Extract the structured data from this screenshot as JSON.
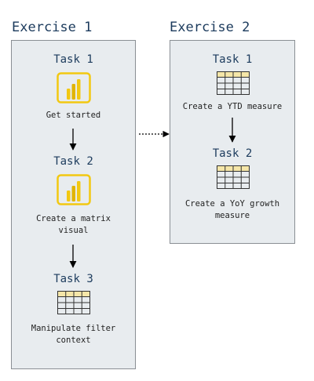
{
  "exercises": [
    {
      "title": "Exercise 1",
      "tasks": [
        {
          "title": "Task 1",
          "icon": "powerbi-icon",
          "description": "Get started"
        },
        {
          "title": "Task 2",
          "icon": "powerbi-icon",
          "description": "Create a matrix\nvisual"
        },
        {
          "title": "Task 3",
          "icon": "table-icon",
          "description": "Manipulate filter\ncontext"
        }
      ]
    },
    {
      "title": "Exercise 2",
      "tasks": [
        {
          "title": "Task 1",
          "icon": "table-icon",
          "description": "Create a YTD measure"
        },
        {
          "title": "Task 2",
          "icon": "table-icon",
          "description": "Create a YoY growth\nmeasure"
        }
      ]
    }
  ],
  "colors": {
    "title": "#1b3a5c",
    "panel": "#e8ecef",
    "panel_border": "#8a8f94",
    "powerbi": "#f2c811",
    "table_header": "#f5e6a8"
  }
}
